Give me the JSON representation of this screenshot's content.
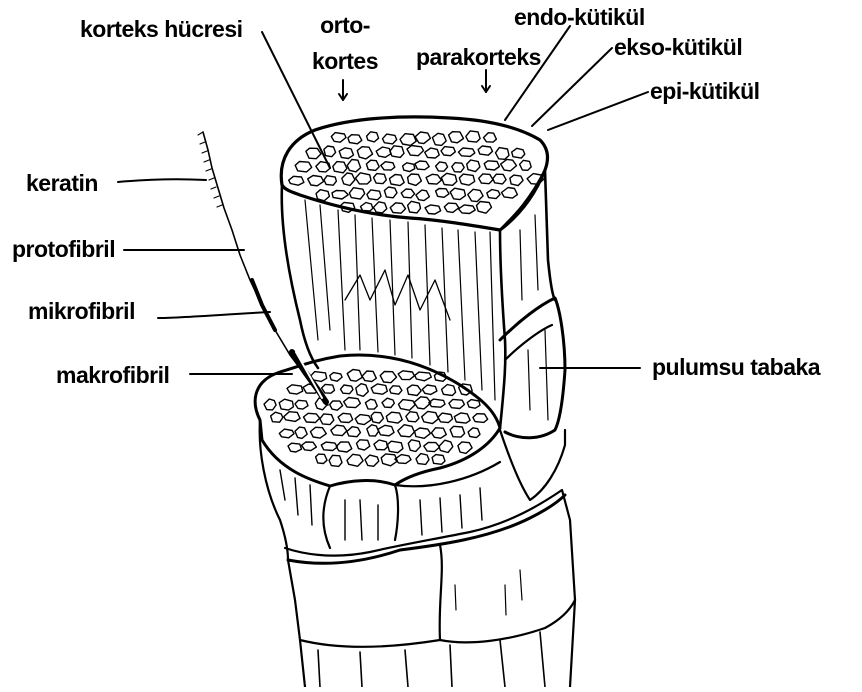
{
  "diagram": {
    "labels": {
      "korteks_hucresi": "korteks hücresi",
      "orto_line1": "orto-",
      "orto_line2": "kortes",
      "parakorteks": "parakorteks",
      "endo_kutikul": "endo-kütikül",
      "ekso_kutikul": "ekso-kütikül",
      "epi_kutikul": "epi-kütikül",
      "keratin": "keratin",
      "protofibril": "protofibril",
      "mikrofibril": "mikrofibril",
      "makrofibril": "makrofibril",
      "pulumsu_tabaka": "pulumsu tabaka"
    },
    "colors": {
      "ink": "#000000",
      "paper": "#ffffff"
    }
  }
}
